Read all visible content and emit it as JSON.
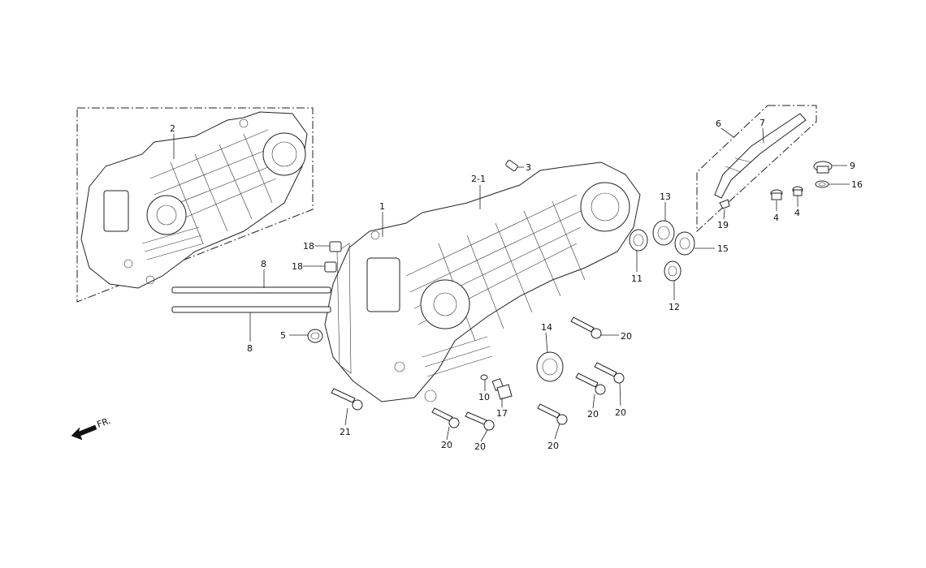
{
  "callouts": {
    "c1": "1",
    "c2": "2",
    "c2_1": "2-1",
    "c3": "3",
    "c4a": "4",
    "c4b": "4",
    "c5": "5",
    "c6": "6",
    "c7": "7",
    "c8a": "8",
    "c8b": "8",
    "c9": "9",
    "c10": "10",
    "c11": "11",
    "c12": "12",
    "c13": "13",
    "c14": "14",
    "c15": "15",
    "c16": "16",
    "c17": "17",
    "c18a": "18",
    "c18b": "18",
    "c19": "19",
    "c20a": "20",
    "c20b": "20",
    "c20c": "20",
    "c20d": "20",
    "c20e": "20",
    "c20f": "20",
    "c21": "21"
  },
  "direction": {
    "label": "FR."
  }
}
